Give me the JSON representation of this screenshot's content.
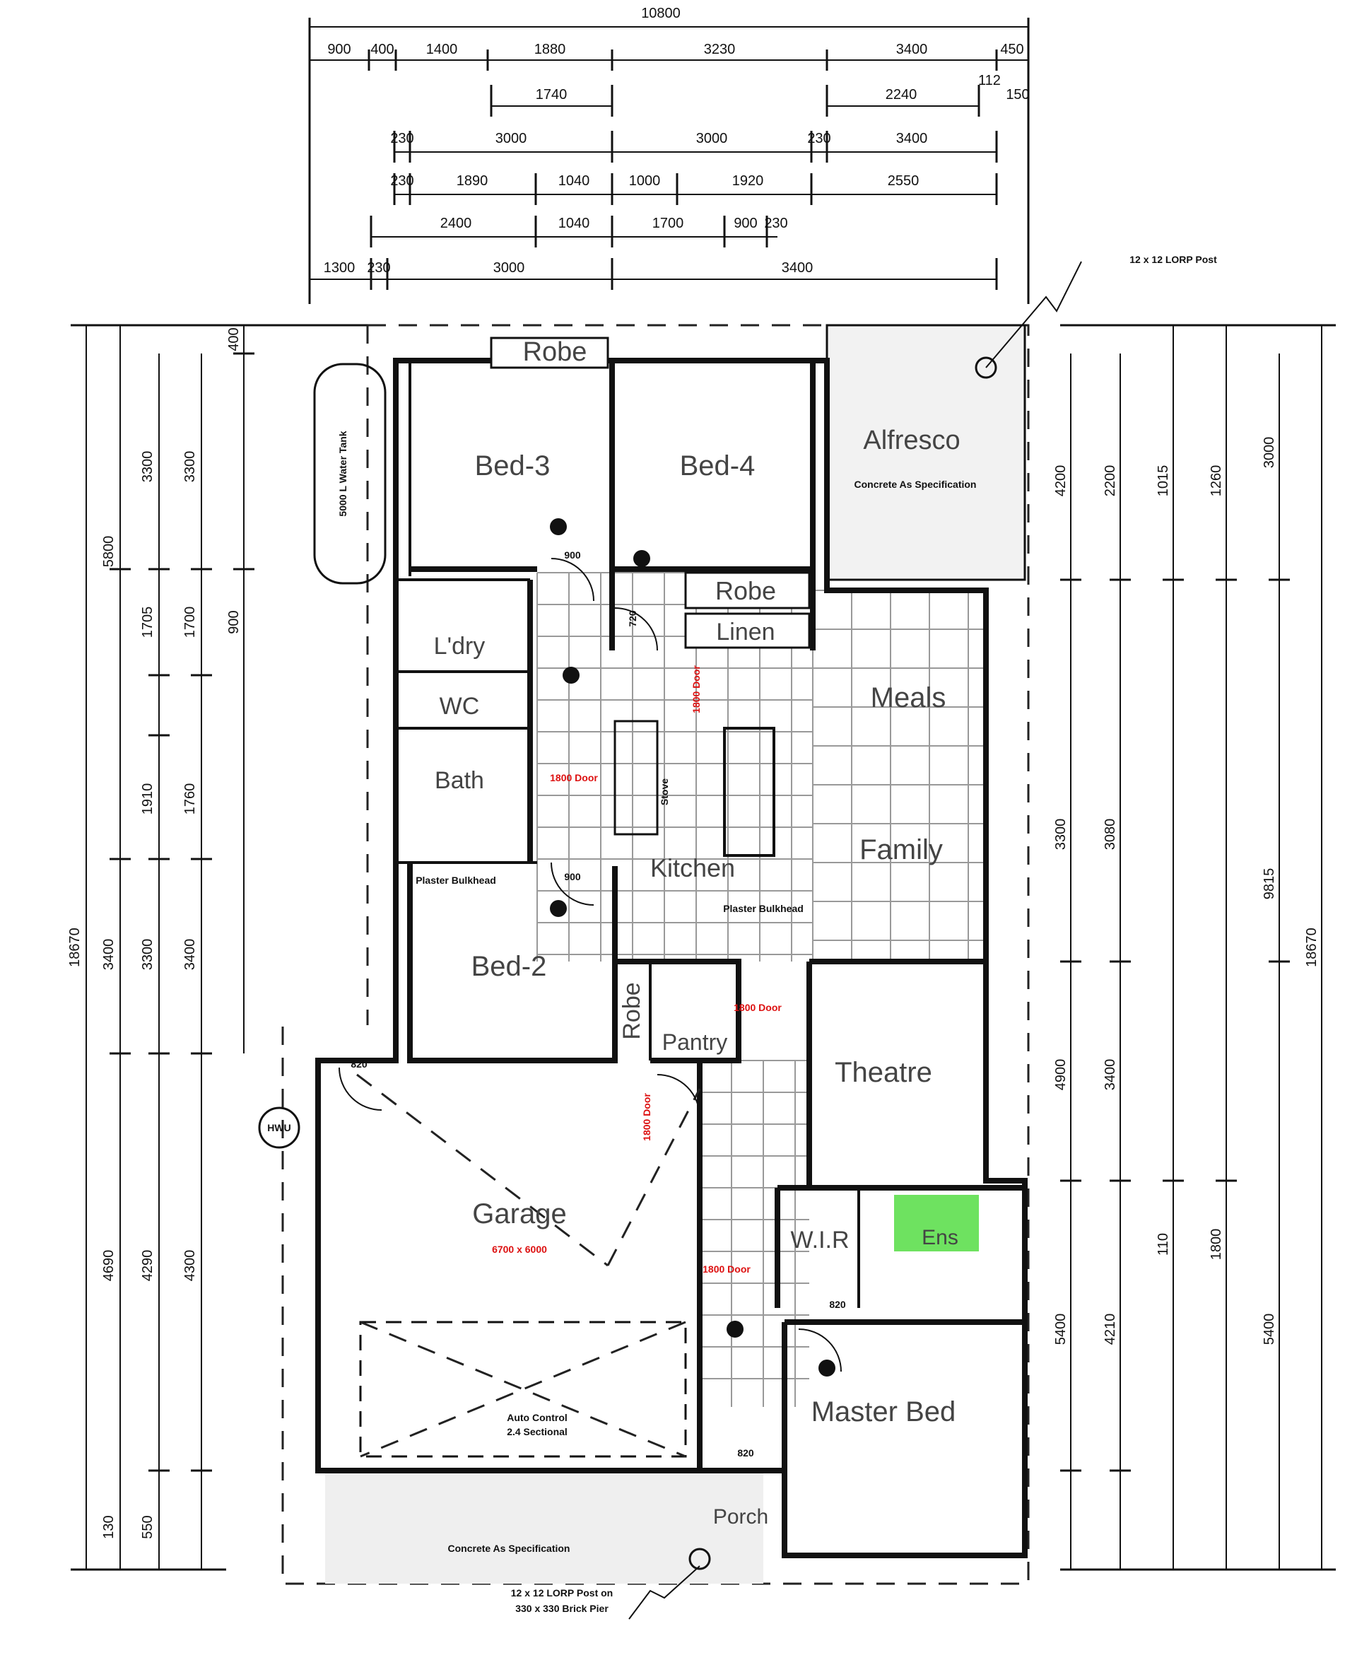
{
  "overall": {
    "top_width": "10800",
    "left_height": "18670",
    "right_height": "18670"
  },
  "top_dimensions": {
    "row1": [
      "900",
      "400",
      "1400",
      "1880",
      "3230",
      "3400",
      "450"
    ],
    "row2": [
      "1740",
      "2240",
      "112",
      "150"
    ],
    "row3": [
      "230",
      "3000",
      "3000",
      "230",
      "3400"
    ],
    "row4": [
      "230",
      "1890",
      "1040",
      "1000",
      "1920",
      "2550"
    ],
    "row5": [
      "2400",
      "1040",
      "1700",
      "900",
      "230"
    ],
    "row6": [
      "1300",
      "230",
      "3000",
      "3400"
    ]
  },
  "left_dimensions": {
    "col_a": [
      "5800",
      "3400",
      "4690"
    ],
    "col_b": [
      "3300",
      "1705",
      "1910",
      "3300",
      "4290"
    ],
    "col_c": [
      "3300",
      "1700",
      "1760",
      "3400",
      "4300"
    ],
    "misc": [
      "900",
      "400",
      "130",
      "550"
    ]
  },
  "right_dimensions": {
    "col_a": [
      "4200",
      "3300",
      "4900",
      "5400"
    ],
    "col_b": [
      "2200",
      "3080",
      "3400",
      "4210"
    ],
    "col_c": [
      "3000",
      "5400",
      "9815"
    ],
    "misc": [
      "1015",
      "1260",
      "110",
      "1800"
    ]
  },
  "rooms": {
    "bed3": "Bed-3",
    "bed4": "Bed-4",
    "robe_top": "Robe",
    "robe_mid": "Robe",
    "linen": "Linen",
    "alfresco": "Alfresco",
    "meals": "Meals",
    "family": "Family",
    "kitchen": "Kitchen",
    "bath": "Bath",
    "wc": "WC",
    "ldry": "L'dry",
    "bed2": "Bed-2",
    "robe_bed2": "Robe",
    "pantry": "Pantry",
    "theatre": "Theatre",
    "garage": "Garage",
    "garage_size": "6700 x 6000",
    "wir": "W.I.R",
    "master_bed": "Master Bed",
    "porch": "Porch",
    "ens": "Ens"
  },
  "notes": {
    "lorp_top": "12 x 12 LORP Post",
    "lorp_bottom_1": "12 x 12 LORP Post on",
    "lorp_bottom_2": "330 x 330 Brick Pier",
    "concrete_alfresco": "Concrete As Specification",
    "concrete_porch": "Concrete As Specification",
    "auto_control": "Auto Control",
    "sectional_door": "2.4 Sectional",
    "water_tank": "5000 L Water Tank",
    "door_900_a": "900",
    "door_900_b": "900",
    "door_820": "820",
    "door_820_b": "820",
    "door_820_c": "820",
    "door_720": "720",
    "door_opening_1": "1800 Door",
    "door_opening_2": "1800 Door",
    "door_opening_3": "1800 Door",
    "door_opening_4": "1800 Door",
    "door_opening_5": "1800 Door",
    "bulkhead": "Plaster Bulkhead",
    "stove": "Stove",
    "hwu": "HWU"
  },
  "colors": {
    "line": "#111111",
    "red": "#dd1111",
    "green_fill": "#55dd44",
    "tile": "#999999"
  }
}
